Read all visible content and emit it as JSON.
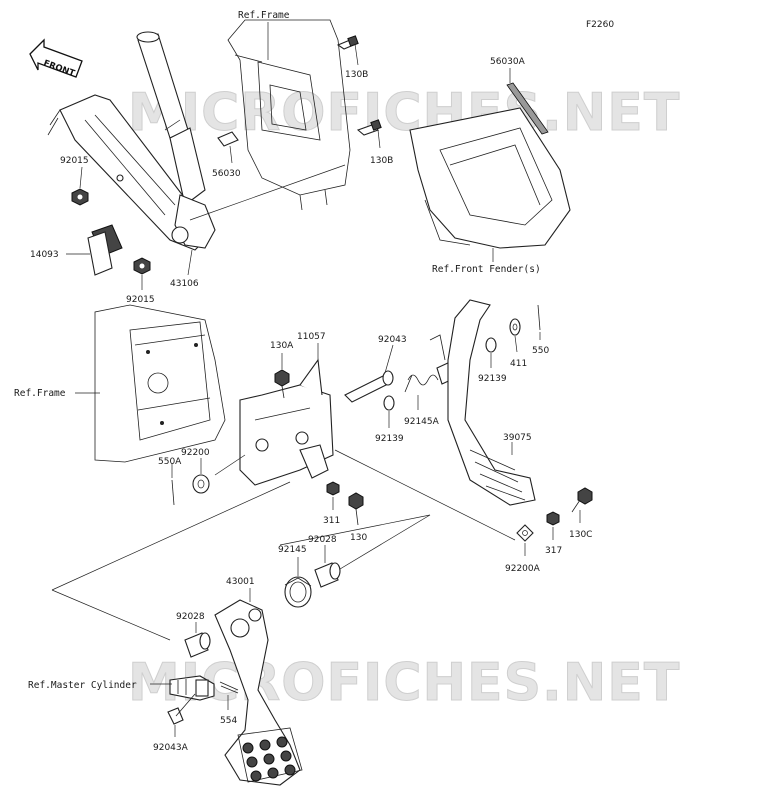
{
  "diagram_code": "F2260",
  "watermark": "MICROFICHES.NET",
  "front_label": "FRONT",
  "refs": {
    "frame_top": "Ref.Frame",
    "frame_left": "Ref.Frame",
    "front_fender": "Ref.Front Fender(s)",
    "master_cylinder": "Ref.Master Cylinder"
  },
  "parts": {
    "p130B_a": "130B",
    "p130B_b": "130B",
    "p56030A": "56030A",
    "p56030": "56030",
    "p92015_a": "92015",
    "p92015_b": "92015",
    "p14093": "14093",
    "p43106": "43106",
    "p11057": "11057",
    "p130A": "130A",
    "p92043": "92043",
    "p92139_a": "92139",
    "p92139_b": "92139",
    "p411": "411",
    "p550": "550",
    "p92145A": "92145A",
    "p39075": "39075",
    "p92200": "92200",
    "p550A": "550A",
    "p311": "311",
    "p130": "130",
    "p317": "317",
    "p130C": "130C",
    "p92200A": "92200A",
    "p92145": "92145",
    "p92028_a": "92028",
    "p92028_b": "92028",
    "p43001": "43001",
    "p554": "554",
    "p92043A": "92043A"
  }
}
